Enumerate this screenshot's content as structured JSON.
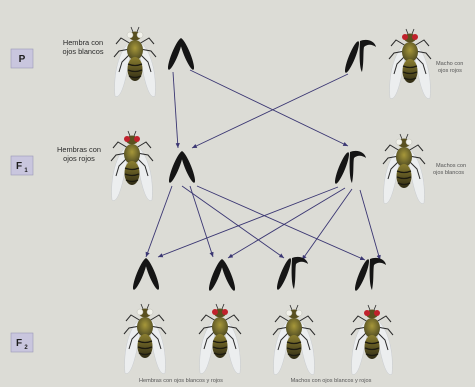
{
  "generations": {
    "p": "P",
    "f1_main": "F",
    "f1_sub": "1",
    "f2_main": "F",
    "f2_sub": "2"
  },
  "labels": {
    "p_female": [
      "Hembra con",
      "ojos blancos"
    ],
    "p_male": [
      "Macho con",
      "ojos rojos"
    ],
    "f1_female": [
      "Hembras con",
      "ojos rojos"
    ],
    "f1_male": [
      "Machos con",
      "ojos blancos"
    ],
    "f2_female": "Hembras con ojos blancos y rojos",
    "f2_male": "Machos con ojos blancos y rojos"
  },
  "colors": {
    "red_eye": "#c0212c",
    "white_eye": "#f1f1ea",
    "arrow": "#3b3773",
    "generation_box": "#c9c6de"
  }
}
